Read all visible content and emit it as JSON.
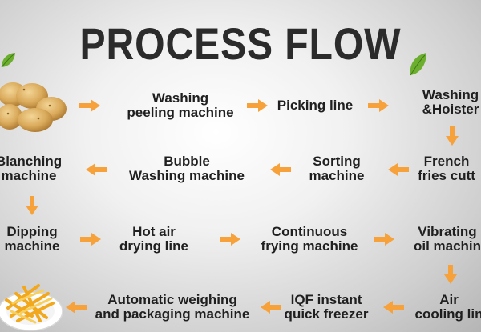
{
  "title": "PROCESS FLOW",
  "steps": [
    {
      "lines": [
        "Washing",
        "peeling  machine"
      ]
    },
    {
      "lines": [
        "Picking line"
      ]
    },
    {
      "lines": [
        "Washing",
        "&Hoister"
      ]
    },
    {
      "lines": [
        "Blanching",
        "machine"
      ]
    },
    {
      "lines": [
        "Bubble",
        "Washing machine"
      ]
    },
    {
      "lines": [
        "Sorting",
        "machine"
      ]
    },
    {
      "lines": [
        "French",
        "fries cutt"
      ]
    },
    {
      "lines": [
        "Dipping",
        "machine"
      ]
    },
    {
      "lines": [
        "Hot air",
        "drying line"
      ]
    },
    {
      "lines": [
        "Continuous",
        "frying machine"
      ]
    },
    {
      "lines": [
        "Vibrating",
        "oil machin"
      ]
    },
    {
      "lines": [
        "Automatic weighing",
        "and packaging machine"
      ]
    },
    {
      "lines": [
        "IQF instant",
        "quick freezer"
      ]
    },
    {
      "lines": [
        "Air",
        "cooling lin"
      ]
    }
  ],
  "colors": {
    "arrow": "#f6a13a",
    "leaf": "#6cae2e",
    "text": "#1f1f1f",
    "title": "#2b2b2b"
  },
  "icons": {
    "arrow": "arrow-icon",
    "leaf": "leaf-icon",
    "potatoes": "potatoes-image",
    "fries": "french-fries-plate-image"
  }
}
